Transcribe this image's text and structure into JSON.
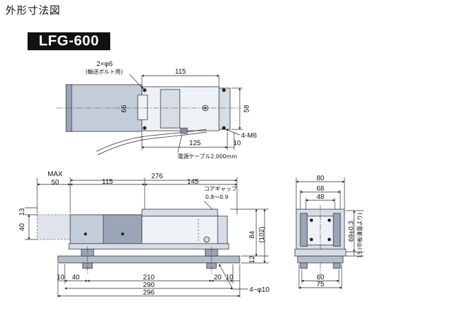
{
  "page": {
    "title": "外形寸法図"
  },
  "model": {
    "name": "LFG-600"
  },
  "top_view": {
    "labels": {
      "hole_spec": "2×φ6",
      "hole_note": "(輸送ボルト用)",
      "cable": "電源ケーブル2,000mm",
      "screw": "4-M6"
    },
    "dims": {
      "length_115": "115",
      "height_66": "66",
      "height_58": "58",
      "dist_125": "125",
      "dist_10": "10"
    }
  },
  "side_view": {
    "labels": {
      "max": "MAX",
      "core_gap": "コアギャップ",
      "gap_range": "0.8〜0.9",
      "holes": "4−φ10"
    },
    "dims": {
      "d50": "50",
      "d115": "115",
      "d276": "276",
      "d145": "145",
      "d13": "13",
      "d40v": "40",
      "d84": "84",
      "d102": "(102)",
      "d12": "12",
      "d10a": "10",
      "d40": "40",
      "d210": "210",
      "d20": "20",
      "d10b": "10",
      "d290": "290",
      "d296": "296"
    }
  },
  "front_view": {
    "dims": {
      "d80": "80",
      "d68": "68",
      "d48": "48",
      "d69": "69±0.3",
      "d15": "15",
      "d60": "60",
      "d75": "75"
    },
    "labels": {
      "note": "(中板溝面より)"
    }
  },
  "colors": {
    "body": "#c3ccd9",
    "body_dark": "#9aa6b8",
    "badge": "#111111"
  }
}
